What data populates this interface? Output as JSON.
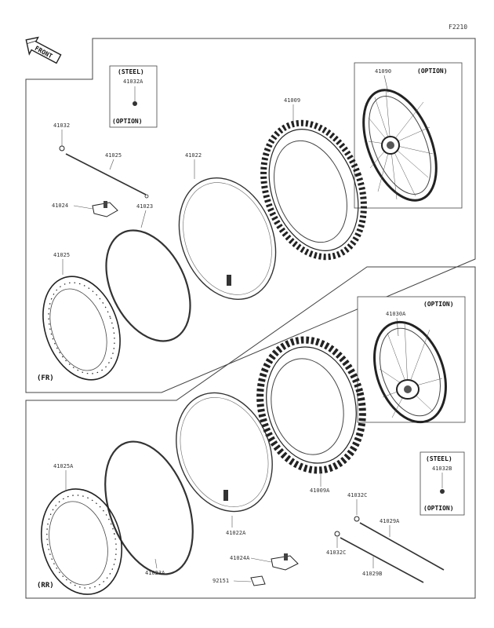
{
  "figure_code": "F2210",
  "front_arrow": "FRONT",
  "front_section": {
    "label": "(FR)",
    "steel_box": {
      "title": "(STEEL)",
      "part": "41032A",
      "note": "(OPTION)"
    },
    "option_box": {
      "part": "41090",
      "note": "(OPTION)"
    },
    "parts": {
      "spoke_nipple": "41032",
      "spoke": "41025",
      "rim_band": "41024",
      "rim_tape": "41023",
      "tube": "41022",
      "tire": "41009",
      "rim": "41025"
    }
  },
  "rear_section": {
    "label": "(RR)",
    "option_box": {
      "title": "(OPTION)",
      "part": "41030A"
    },
    "steel_box": {
      "title": "(STEEL)",
      "part": "41032B",
      "note": "(OPTION)"
    },
    "parts": {
      "rim": "41025A",
      "rim_tape": "41023A",
      "tube": "41022A",
      "rim_band": "41024A",
      "tire": "41009A",
      "spoke_nipple_c": "41032C",
      "spoke_nipple_c2": "41032C",
      "spoke_a": "41029A",
      "spoke_b": "41029B",
      "valve_cap": "92151"
    }
  }
}
